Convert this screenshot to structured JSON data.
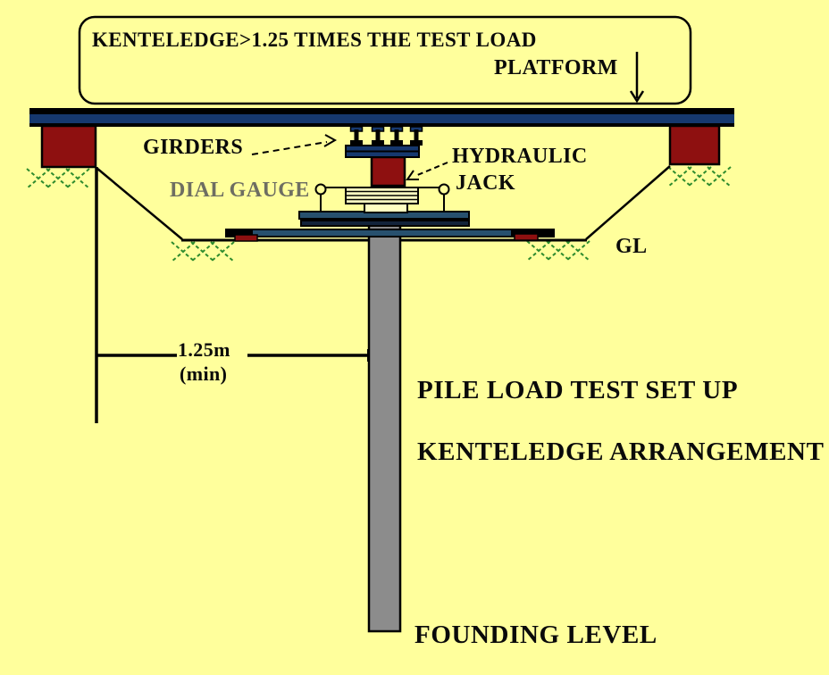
{
  "diagram": {
    "callout_text": "KENTELEDGE>1.25 TIMES THE TEST LOAD",
    "labels": {
      "platform": "PLATFORM",
      "girders": "GIRDERS",
      "hydraulic_line1": "HYDRAULIC",
      "hydraulic_line2": "JACK",
      "dial_gauge": "DIAL GAUGE",
      "ground_level": "GL",
      "founding_level": "FOUNDING LEVEL"
    },
    "dimension": {
      "value": "1.25m",
      "qualifier": "(min)"
    },
    "title_block": {
      "line1": "PILE LOAD TEST SET UP",
      "line2": "KENTELEDGE ARRANGEMENT"
    },
    "colors": {
      "background": "#FFFF9C",
      "platform_blue": "#16386E",
      "support_maroon": "#8E1010",
      "pile_gray": "#8C8C8C",
      "hatch_green": "#2E8B2E",
      "dial_gauge_text": "#6E6E62",
      "outline": "#000000"
    }
  }
}
